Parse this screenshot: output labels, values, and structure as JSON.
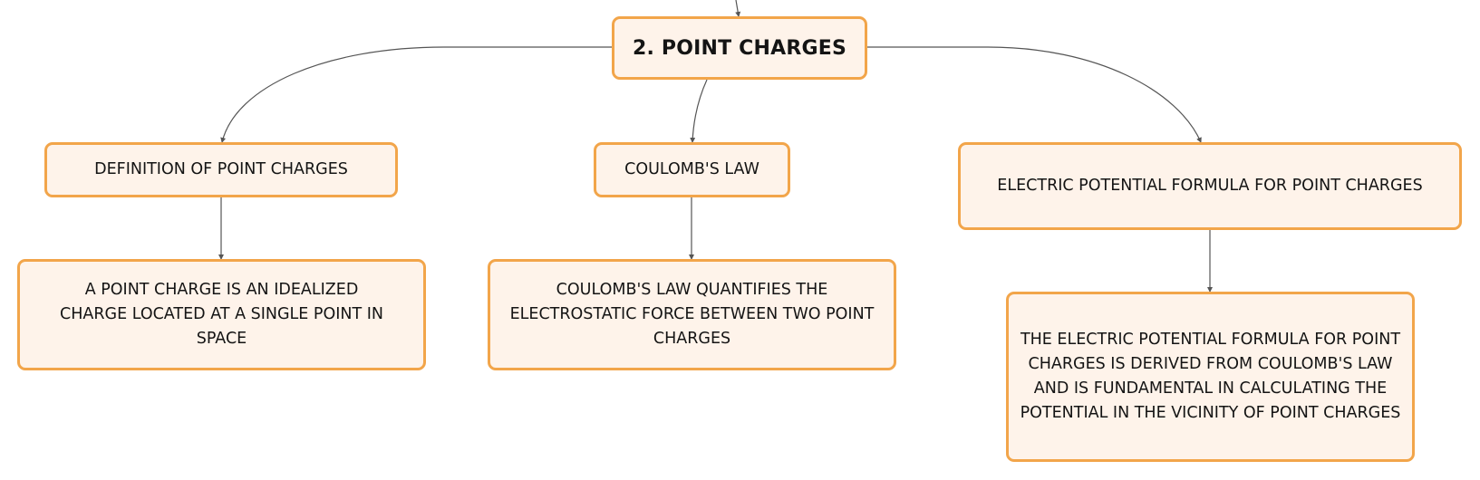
{
  "colors": {
    "node_fill": "#fef3ea",
    "node_border": "#f2a54a",
    "connector": "#555555",
    "text": "#141414"
  },
  "root": {
    "label": "2. POINT CHARGES"
  },
  "topics": [
    {
      "label": "DEFINITION OF POINT CHARGES",
      "detail": "A POINT CHARGE IS AN IDEALIZED CHARGE LOCATED AT A SINGLE POINT IN SPACE"
    },
    {
      "label": "COULOMB'S LAW",
      "detail": "COULOMB'S LAW QUANTIFIES THE ELECTROSTATIC FORCE BETWEEN TWO POINT CHARGES"
    },
    {
      "label": "ELECTRIC POTENTIAL FORMULA FOR POINT CHARGES",
      "detail": "THE ELECTRIC POTENTIAL FORMULA FOR POINT CHARGES IS DERIVED FROM COULOMB'S LAW AND IS FUNDAMENTAL IN CALCULATING THE POTENTIAL IN THE VICINITY OF POINT CHARGES"
    }
  ]
}
